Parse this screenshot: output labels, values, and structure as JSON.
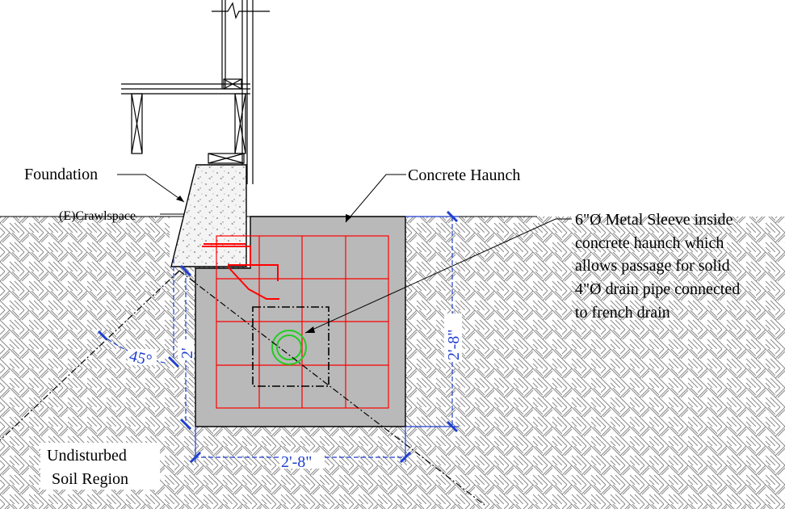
{
  "labels": {
    "foundation": "Foundation",
    "crawlspace": "(E)Crawlspace",
    "haunch": "Concrete Haunch",
    "sleeve_lines": [
      "6\"Ø Metal Sleeve inside",
      "concrete haunch which",
      "allows passage for solid",
      "4\"Ø drain pipe connected",
      "to french drain"
    ],
    "soil_lines": [
      "Undisturbed",
      "Soil Region"
    ]
  },
  "dimensions": {
    "angle": "45°",
    "height_small": "2'",
    "height": "2'-8\"",
    "width": "2'-8\""
  },
  "colors": {
    "line": "#000000",
    "concrete": "#b9b9b9",
    "rebar": "#ff0000",
    "sleeve": "#22cc22",
    "dimension": "#1f3fd0",
    "soil_pattern": "#8a8a8a"
  }
}
